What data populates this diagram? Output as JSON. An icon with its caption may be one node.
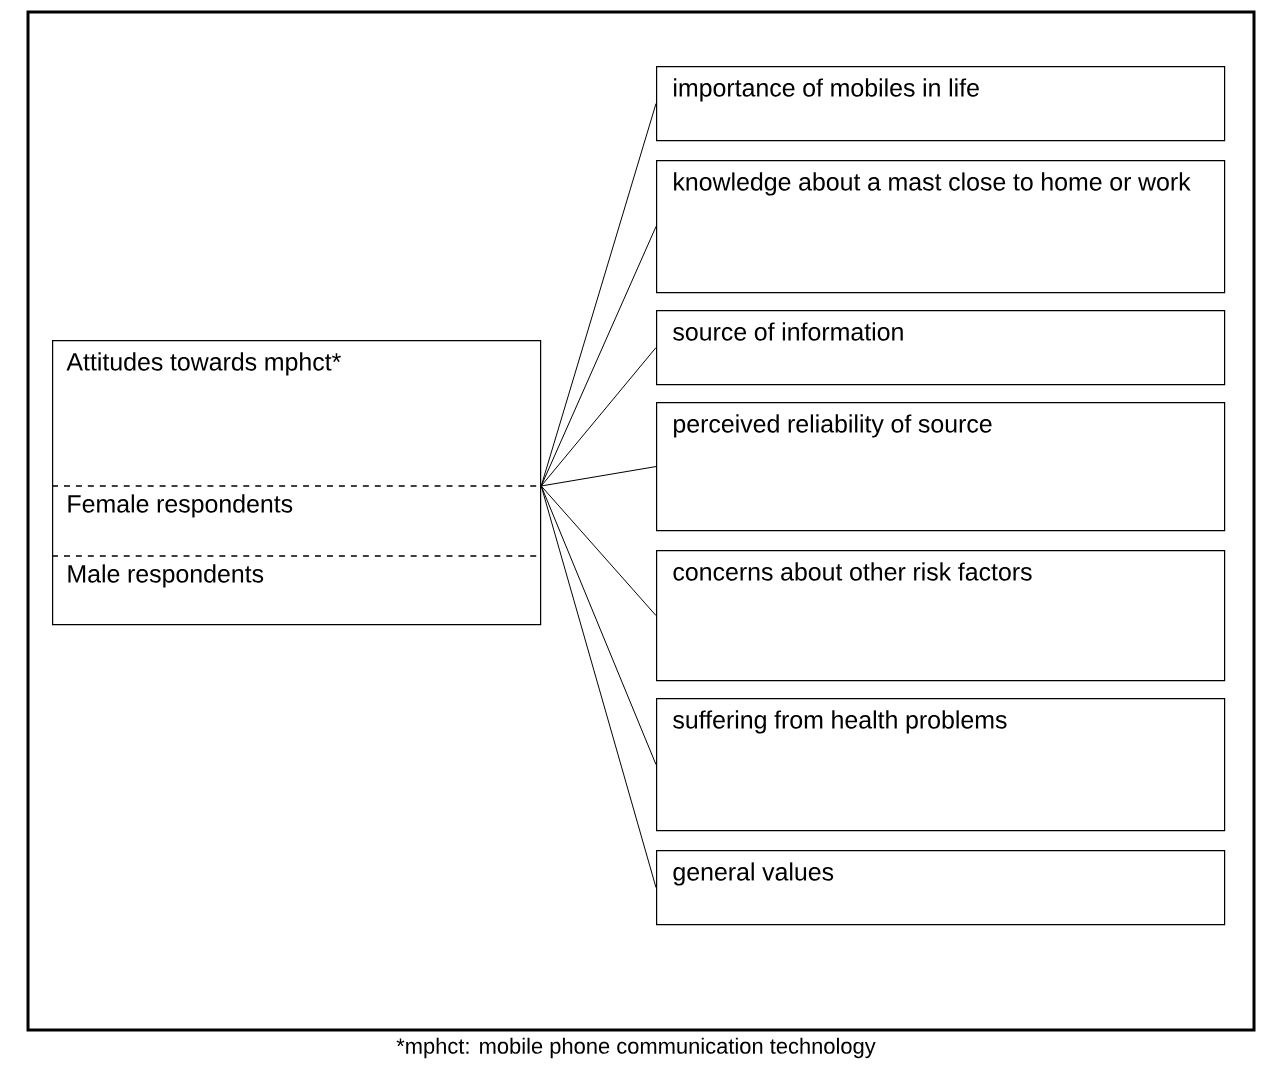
{
  "diagram": {
    "caption": "*mphct: mobile phone communication technology",
    "nodes": [
      {
        "text": [
          "Attitudes towards mphct*",
          "Female respondents",
          "Male respondents"
        ]
      },
      {
        "text": [
          "importance of mobiles in life"
        ]
      },
      {
        "text": [
          "knowledge about a mast close to home or work"
        ]
      },
      {
        "text": [
          "source of information"
        ]
      },
      {
        "text": [
          "perceived reliability of source"
        ]
      },
      {
        "text": [
          "concerns about other risk factors"
        ]
      },
      {
        "text": [
          "suffering from health problems"
        ]
      },
      {
        "text": [
          "general values"
        ]
      }
    ],
    "edges": [
      {
        "from": 0,
        "to": 1,
        "arrow": "none"
      },
      {
        "from": 0,
        "to": 2,
        "arrow": "none"
      },
      {
        "from": 0,
        "to": 3,
        "arrow": "none"
      },
      {
        "from": 0,
        "to": 4,
        "arrow": "none"
      },
      {
        "from": 0,
        "to": 5,
        "arrow": "none"
      },
      {
        "from": 0,
        "to": 6,
        "arrow": "none"
      },
      {
        "from": 0,
        "to": 7,
        "arrow": "none"
      }
    ]
  }
}
